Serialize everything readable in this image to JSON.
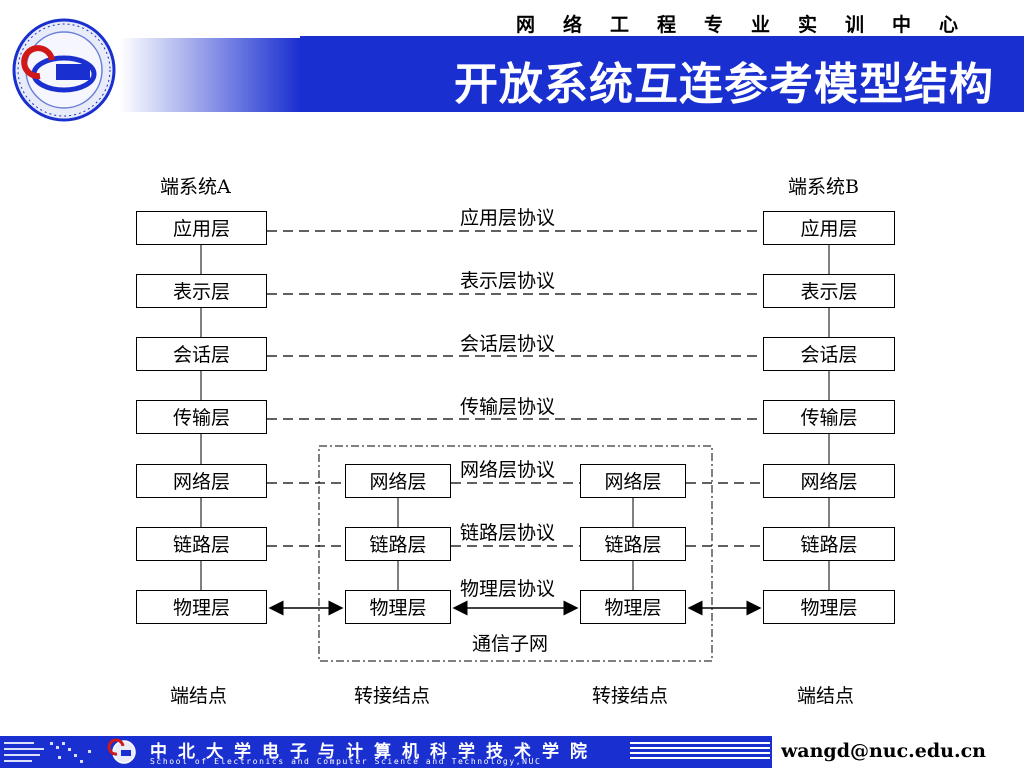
{
  "header": {
    "org": "网络工程专业实训中心",
    "title": "开放系统互连参考模型结构"
  },
  "diagram": {
    "end_a_label": "端系统A",
    "end_b_label": "端系统B",
    "layers_a": [
      "应用层",
      "表示层",
      "会话层",
      "传输层",
      "网络层",
      "链路层",
      "物理层"
    ],
    "layers_b": [
      "应用层",
      "表示层",
      "会话层",
      "传输层",
      "网络层",
      "链路层",
      "物理层"
    ],
    "relay1_layers": [
      "网络层",
      "链路层",
      "物理层"
    ],
    "relay2_layers": [
      "网络层",
      "链路层",
      "物理层"
    ],
    "protocols": [
      "应用层协议",
      "表示层协议",
      "会话层协议",
      "传输层协议",
      "网络层协议",
      "链路层协议",
      "物理层协议"
    ],
    "subnet_label": "通信子网",
    "bottom_labels": [
      "端结点",
      "转接结点",
      "转接结点",
      "端结点"
    ]
  },
  "footer": {
    "school_cn": "中北大学电子与计算机科学技术学院",
    "school_en": "School of Electronics and Computer Science and Technology,NUC",
    "email": "wangd@nuc.edu.cn"
  },
  "colors": {
    "header_blue": "#1a2fd0",
    "text": "#000000"
  }
}
